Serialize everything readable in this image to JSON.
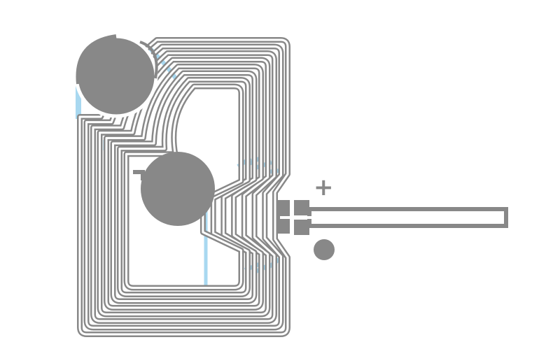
{
  "diagram": {
    "colors": {
      "trace": "#888888",
      "gap": "#ffffff",
      "highlight": "#a8d8f0",
      "background": "#ffffff"
    },
    "plus_label": "+",
    "icons": [
      "solder-pad-top-left",
      "solder-pad-center",
      "connector-block",
      "lead-wire",
      "round-contact"
    ]
  }
}
